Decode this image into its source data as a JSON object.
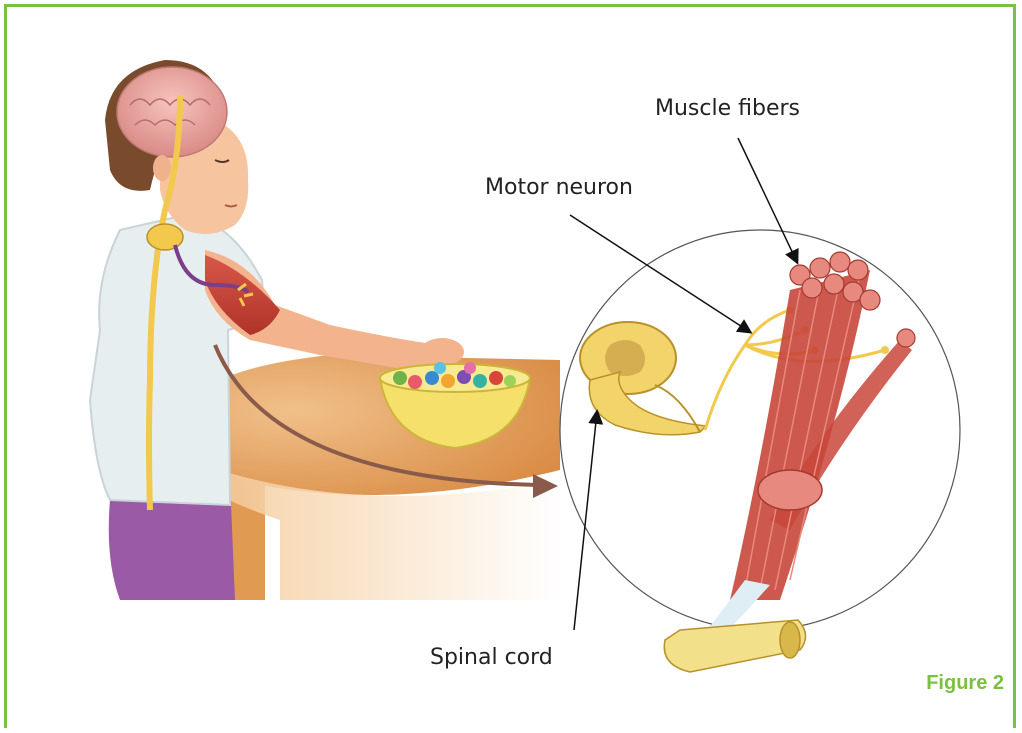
{
  "labels": {
    "muscle_fibers": "Muscle fibers",
    "motor_neuron": "Motor neuron",
    "spinal_cord": "Spinal cord"
  },
  "figure_label": "Figure 2",
  "colors": {
    "frame": "#7ac142",
    "figure_label": "#7ac142",
    "nerve": "#f2c94c",
    "muscle": "#c8463a",
    "arrow": "#8a5a4a"
  }
}
